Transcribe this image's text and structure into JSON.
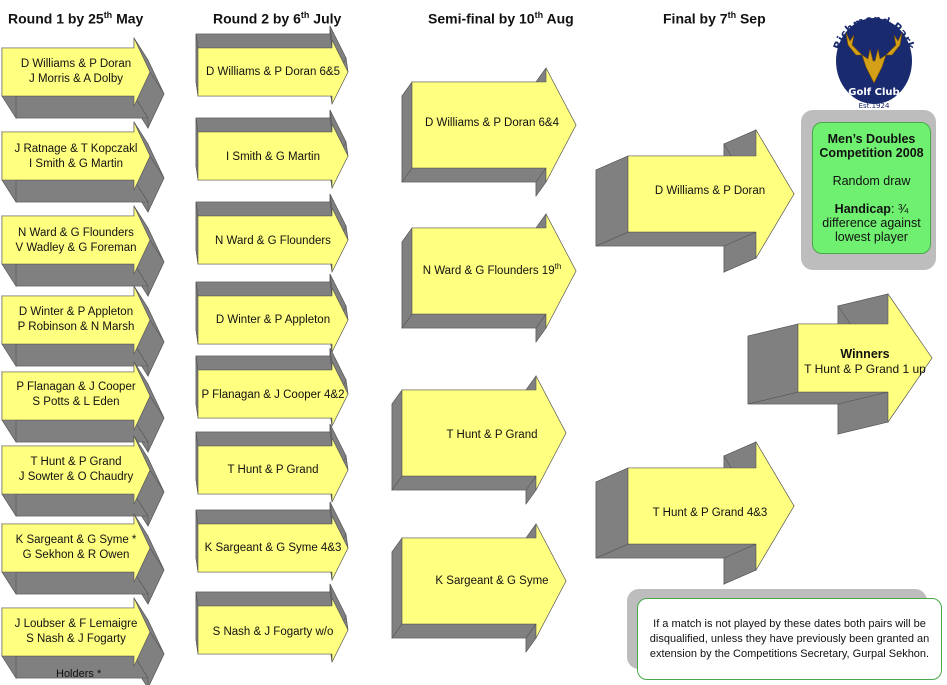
{
  "headers": [
    {
      "text": "Round 1 by 25",
      "sup": "th",
      "after": " May"
    },
    {
      "text": "Round 2 by 6",
      "sup": "th",
      "after": " July"
    },
    {
      "text": "Semi-final by 10",
      "sup": "th",
      "after": " Aug"
    },
    {
      "text": "Final by 7",
      "sup": "th",
      "after": " Sep"
    }
  ],
  "logo": {
    "top_text": "Richmond Park",
    "bottom_text": "Golf Club",
    "est": "Est.1924"
  },
  "round1": [
    {
      "line1": "D Williams & P Doran",
      "line2": "J Morris & A Dolby"
    },
    {
      "line1": "J Ratnage & T Kopczakl",
      "line2": "I Smith & G Martin"
    },
    {
      "line1": "N Ward & G Flounders",
      "line2": "V Wadley & G Foreman"
    },
    {
      "line1": "D Winter & P Appleton",
      "line2": "P Robinson & N Marsh"
    },
    {
      "line1": "P Flanagan & J Cooper",
      "line2": "S Potts & L Eden"
    },
    {
      "line1": "T Hunt & P Grand",
      "line2": "J Sowter & O Chaudry"
    },
    {
      "line1": "K Sargeant & G Syme *",
      "line2": "G Sekhon & R Owen"
    },
    {
      "line1": "J Loubser & F Lemaigre",
      "line2": "S Nash & J Fogarty"
    }
  ],
  "round2": [
    "D Williams & P Doran  6&5",
    "I Smith & G Martin",
    "N Ward & G Flounders",
    "D Winter & P Appleton",
    "P Flanagan & J Cooper  4&2",
    "T Hunt & P Grand",
    "K Sargeant & G Syme  4&3",
    "S Nash & J Fogarty  w/o"
  ],
  "semifinal": [
    {
      "text": "D Williams & P Doran  6&4",
      "sup": ""
    },
    {
      "text": "N Ward & G Flounders  19",
      "sup": "th"
    },
    {
      "text": "T Hunt & P Grand",
      "sup": ""
    },
    {
      "text": "K Sargeant & G Syme",
      "sup": ""
    }
  ],
  "final": [
    "D Williams & P Doran",
    "T Hunt & P Grand  4&3"
  ],
  "winners": {
    "label": "Winners",
    "text": "T Hunt & P Grand  1 up"
  },
  "info": {
    "title_line1": "Men’s Doubles",
    "title_line2": "Competition 2008",
    "draw": "Random draw",
    "handicap_label": "Handicap",
    "handicap_value": ":  ¾",
    "handicap_line2": "difference against",
    "handicap_line3": "lowest player"
  },
  "note": "If a match is not played by these dates both pairs will be disqualified, unless they have previously been granted an extension by the Competitions Secretary, Gurpal Sekhon.",
  "holders": "Holders *",
  "colors": {
    "arrow_fill": "#ffff80",
    "arrow_side": "#808080",
    "arrow_back": "#c0c0c0",
    "info_fill": "#70f070"
  }
}
